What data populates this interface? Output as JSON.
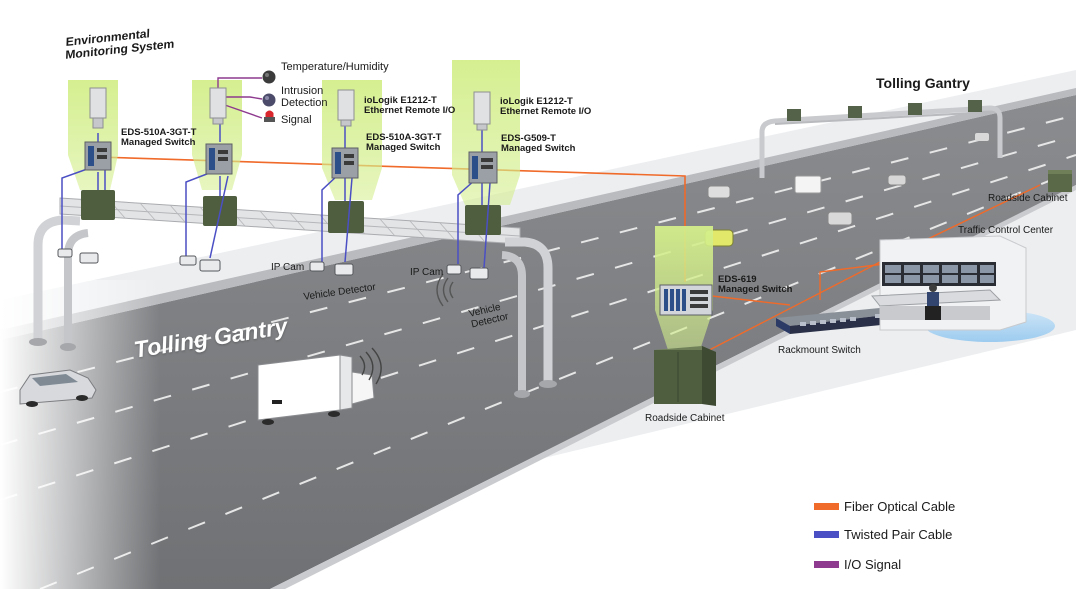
{
  "labels": {
    "env_system": [
      "Environmental",
      "Monitoring System"
    ],
    "temp_humidity": "Temperature/Humidity",
    "intrusion": [
      "Intrusion",
      "Detection"
    ],
    "signal": "Signal",
    "sw1": [
      "EDS-510A-3GT-T",
      "Managed Switch"
    ],
    "iologik1": [
      "ioLogik E1212-T",
      "Ethernet Remote I/O"
    ],
    "sw2": [
      "EDS-510A-3GT-T",
      "Managed Switch"
    ],
    "iologik2": [
      "ioLogik E1212-T",
      "Ethernet Remote I/O"
    ],
    "sw3": [
      "EDS-G509-T",
      "Managed Switch"
    ],
    "ip_cam_1": "IP Cam",
    "ip_cam_2": "IP Cam",
    "vehicle_detector_1": "Vehicle Detector",
    "vehicle_detector_2": [
      "Vehicle",
      "Detector"
    ],
    "tolling_gantry_main": "Tolling Gantry",
    "tolling_gantry_far": "Tolling Gantry",
    "eds619": [
      "EDS-619",
      "Managed Switch"
    ],
    "roadside_cabinet_near": "Roadside Cabinet",
    "roadside_cabinet_far": "Roadside Cabinet",
    "traffic_control_center": "Traffic Control Center",
    "rackmount_switch": "Rackmount Switch"
  },
  "legend": [
    {
      "label": "Fiber Optical Cable",
      "color": "#f06a2a"
    },
    {
      "label": "Twisted Pair Cable",
      "color": "#4b4fc4"
    },
    {
      "label": "I/O Signal",
      "color": "#8e3a8e"
    }
  ],
  "colors": {
    "fiber": "#f06a2a",
    "twisted_pair": "#4b4fc4",
    "io_signal": "#8e3a8e",
    "highlight": "#d8f08a",
    "road": "#7d7f82",
    "cabinet": "#4f5e3f"
  },
  "icons": {
    "temp_humidity": "sensor-dome-icon",
    "intrusion": "sensor-dome-icon",
    "signal": "alarm-light-icon"
  }
}
